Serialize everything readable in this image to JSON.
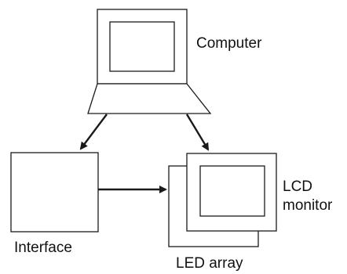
{
  "diagram": {
    "labels": {
      "computer": "Computer",
      "lcd_line1": "LCD",
      "lcd_line2": "monitor",
      "interface": "Interface",
      "led_array": "LED array"
    },
    "nodes": [
      {
        "id": "computer",
        "label": "Computer",
        "shape": "monitor-with-stand"
      },
      {
        "id": "interface",
        "label": "Interface",
        "shape": "box"
      },
      {
        "id": "led_array",
        "label": "LED array",
        "shape": "box"
      },
      {
        "id": "lcd_monitor",
        "label": "LCD monitor",
        "shape": "monitor"
      }
    ],
    "edges": [
      {
        "from": "computer",
        "to": "interface",
        "style": "arrow"
      },
      {
        "from": "computer",
        "to": "lcd_monitor",
        "style": "arrow"
      },
      {
        "from": "interface",
        "to": "led_array",
        "style": "arrow"
      }
    ],
    "colors": {
      "stroke": "#1a1a1a",
      "fill": "#ffffff",
      "text": "#111111"
    }
  }
}
